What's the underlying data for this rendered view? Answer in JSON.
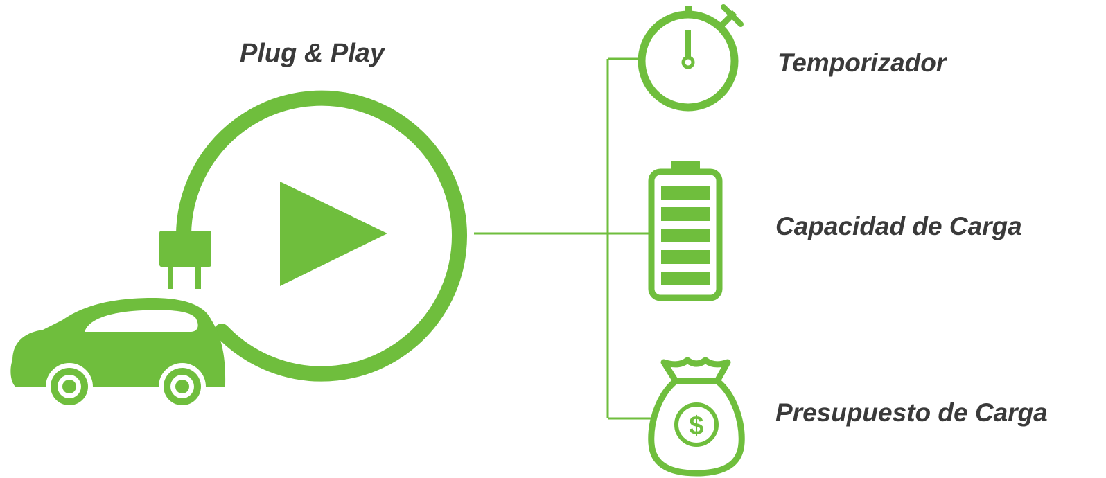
{
  "diagram": {
    "title": "Plug & Play",
    "items": [
      {
        "label": "Temporizador",
        "icon": "stopwatch-icon"
      },
      {
        "label": "Capacidad de Carga",
        "icon": "battery-icon"
      },
      {
        "label": "Presupuesto de Carga",
        "icon": "money-bag-icon"
      }
    ],
    "money_symbol": "$"
  },
  "colors": {
    "accent": "#6fbe3d",
    "text": "#3a3a3a",
    "background": "#ffffff"
  }
}
